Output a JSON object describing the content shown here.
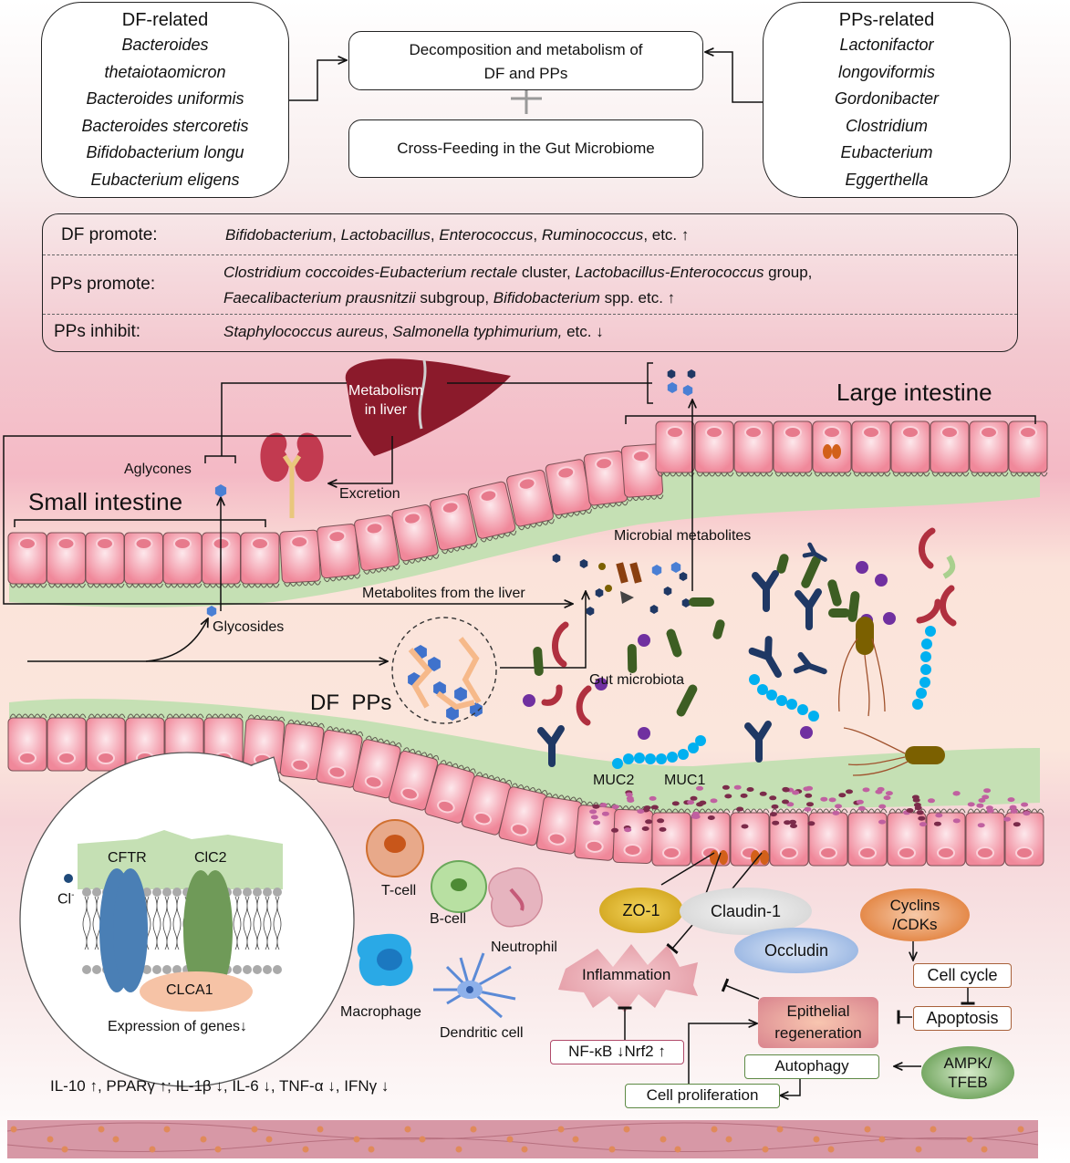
{
  "top": {
    "df_related": {
      "title": "DF-related",
      "items": [
        "Bacteroides",
        "thetaiotaomicron",
        "Bacteroides uniformis",
        "Bacteroides stercoretis",
        "Bifidobacterium longu",
        "Eubacterium eligens"
      ]
    },
    "pps_related": {
      "title": "PPs-related",
      "items": [
        "Lactonifactor",
        "longoviformis",
        "Gordonibacter",
        "Clostridium",
        "Eubacterium",
        "Eggerthella"
      ]
    },
    "center_box1": {
      "line1": "Decomposition and metabolism of",
      "line2": "DF and PPs"
    },
    "plus": "+",
    "center_box2": "Cross-Feeding in the Gut Microbiome"
  },
  "effects": {
    "df_promote": {
      "label": "DF promote:",
      "parts": [
        {
          "t": "Bifidobacterium",
          "i": true
        },
        {
          "t": ", ",
          "i": false
        },
        {
          "t": "Lactobacillus",
          "i": true
        },
        {
          "t": ", ",
          "i": false
        },
        {
          "t": "Enterococcus",
          "i": true
        },
        {
          "t": ", ",
          "i": false
        },
        {
          "t": "Ruminococcus",
          "i": true
        },
        {
          "t": ", etc. ↑",
          "i": false
        }
      ]
    },
    "pps_promote": {
      "label": "PPs promote:",
      "line1": [
        {
          "t": "Clostridium coccoides-Eubacterium rectale",
          "i": true
        },
        {
          "t": " cluster, ",
          "i": false
        },
        {
          "t": "Lactobacillus-Enterococcus",
          "i": true
        },
        {
          "t": " group,",
          "i": false
        }
      ],
      "line2": [
        {
          "t": "Faecalibacterium prausnitzii",
          "i": true
        },
        {
          "t": " subgroup, ",
          "i": false
        },
        {
          "t": "Bifidobacterium",
          "i": true
        },
        {
          "t": " spp. etc. ↑",
          "i": false
        }
      ]
    },
    "pps_inhibit": {
      "label": "PPs inhibit:",
      "parts": [
        {
          "t": "Staphylococcus aureus",
          "i": true
        },
        {
          "t": ", ",
          "i": false
        },
        {
          "t": "Salmonella typhimurium,",
          "i": true
        },
        {
          "t": " etc. ↓",
          "i": false
        }
      ]
    }
  },
  "gut": {
    "liver_label_1": "Metabolism",
    "liver_label_2": "in liver",
    "large_intestine": "Large intestine",
    "small_intestine": "Small intestine",
    "aglycones": "Aglycones",
    "excretion": "Excretion",
    "microbial_metabolites": "Microbial metabolites",
    "metabolites_from_liver": "Metabolites from the liver",
    "glycosides": "Glycosides",
    "gut_microbiota": "Gut microbiota",
    "df_pps": "DF  PPs",
    "muc2": "MUC2",
    "muc1": "MUC1"
  },
  "inset": {
    "cftr": "CFTR",
    "clc2": "ClC2",
    "cl_ion": "Cl",
    "cl_charge": "-",
    "clca1": "CLCA1",
    "expression": "Expression of genes↓"
  },
  "immune": {
    "t_cell": "T-cell",
    "b_cell": "B-cell",
    "neutrophil": "Neutrophil",
    "macrophage": "Macrophage",
    "dendritic": "Dendritic cell"
  },
  "cytokines": "IL-10 ↑, PPARγ ↑; IL-1β ↓, IL-6 ↓, TNF-α ↓, IFNγ ↓",
  "pathway": {
    "zo1": "ZO-1",
    "claudin": "Claudin-1",
    "occludin": "Occludin",
    "cyclins_1": "Cyclins",
    "cyclins_2": "/CDKs",
    "cell_cycle": "Cell cycle",
    "apoptosis": "Apoptosis",
    "inflammation": "Inflammation",
    "epithelial_1": "Epithelial",
    "epithelial_2": "regeneration",
    "nfkb": "NF-κB ↓Nrf2 ↑",
    "autophagy": "Autophagy",
    "ampk_1": "AMPK/",
    "ampk_2": "TFEB",
    "cell_prolif": "Cell proliferation"
  },
  "colors": {
    "cell_pink": "#f2909f",
    "mucus_green": "#c5e0b4",
    "liver": "#8b1a2b",
    "zo1": "#d9a520",
    "claudin": "#d8d8d8",
    "occludin": "#8fb0e0",
    "cyclins": "#e07a30",
    "ampk": "#5d9a45",
    "epithelial": "#e8a0a8"
  }
}
